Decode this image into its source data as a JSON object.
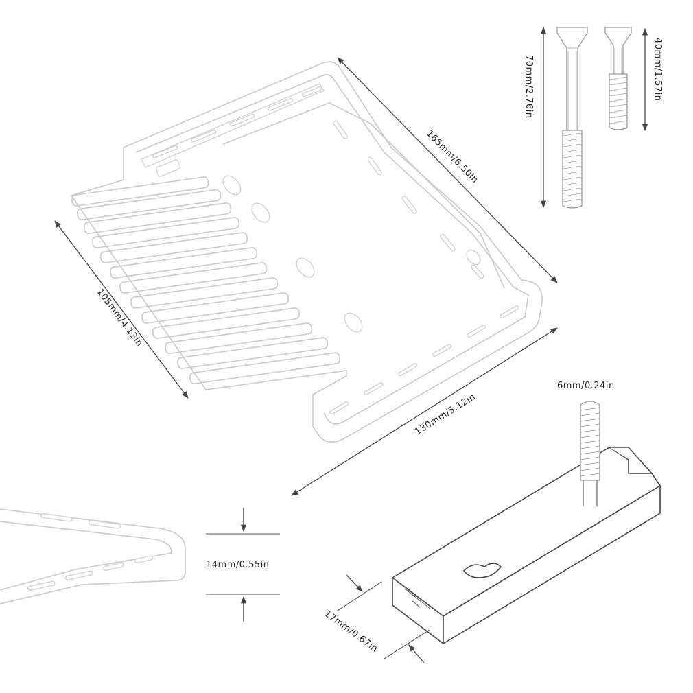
{
  "diagram": {
    "labels": {
      "length_diagonal": "165mm/6.50in",
      "width_left": "105mm/4.13in",
      "width_bottom": "130mm/5.12in",
      "long_screw": "70mm/2.76in",
      "short_screw": "40mm/1.57in",
      "bolt_diameter": "6mm/0.24in",
      "thickness": "14mm/0.55in",
      "block_height": "17mm/0.67in"
    },
    "colors": {
      "outline": "#c9c9c9",
      "dimension_line": "#444444",
      "text": "#222222"
    }
  }
}
